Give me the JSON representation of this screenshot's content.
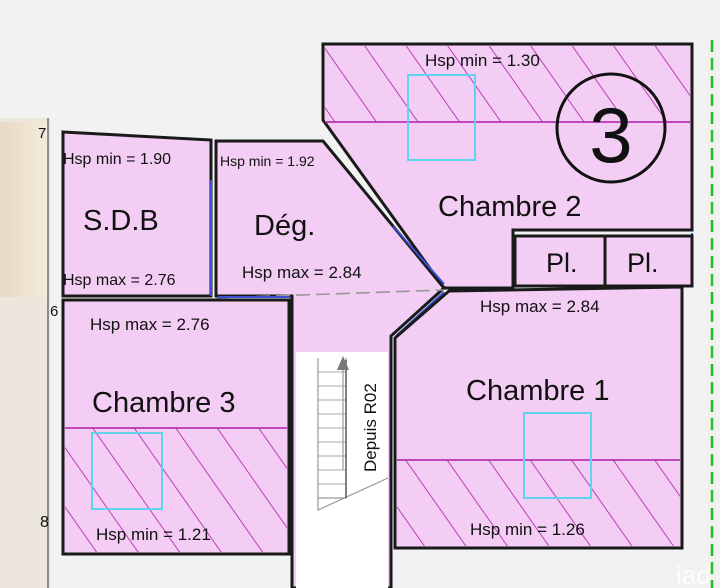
{
  "floor_number": "3",
  "rooms": {
    "chambre2": {
      "name": "Chambre 2",
      "hsp_min": "Hsp min =  1.30"
    },
    "sdb": {
      "name": "S.D.B",
      "hsp_min": "Hsp min =  1.90",
      "hsp_max": "Hsp max =  2.76"
    },
    "deg": {
      "name": "Dég.",
      "hsp_min": "Hsp min =  1.92",
      "hsp_max": "Hsp max =  2.84"
    },
    "pl1": {
      "name": "Pl."
    },
    "pl2": {
      "name": "Pl."
    },
    "chambre3": {
      "name": "Chambre 3",
      "hsp_max": "Hsp max =  2.76",
      "hsp_min": "Hsp min =  1.21"
    },
    "chambre1": {
      "name": "Chambre 1",
      "hsp_max": "Hsp max =  2.84",
      "hsp_min": "Hsp min =  1.26"
    }
  },
  "stairs_label": "Depuis R02",
  "edge_marks": {
    "top": "7",
    "middle": "6",
    "bottom": "8"
  },
  "watermark": "iad",
  "colors": {
    "room_fill": "#f3cdf3",
    "hatch": "#b01ab0",
    "wall": "#1a1a1a",
    "window": "#3a4fd6",
    "skylight": "#5fd4ef",
    "green_border": "#1ec21e"
  }
}
